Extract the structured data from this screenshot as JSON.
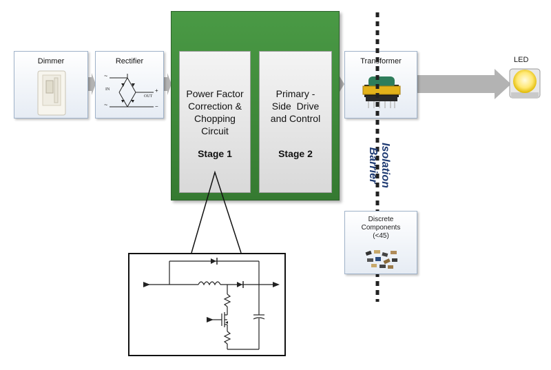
{
  "blocks": {
    "dimmer": "Dimmer",
    "rectifier": "Rectifier",
    "transformer": "Transformer",
    "led": "LED",
    "discrete_line1": "Discrete",
    "discrete_line2": "Components",
    "discrete_line3": "(<45)"
  },
  "rectifier_labels": {
    "in": "IN",
    "out": "OUT",
    "plus": "+",
    "minus": "−",
    "ac1": "~",
    "ac2": "~"
  },
  "stage1": {
    "line1": "Power Factor",
    "line2": "Correction &",
    "line3": "Chopping",
    "line4": "Circuit",
    "label": "Stage 1"
  },
  "stage2": {
    "line1": "Primary -",
    "line2": "Side  Drive",
    "line3": "and Control",
    "label": "Stage 2"
  },
  "isolation": {
    "line1": "Isolation",
    "line2": "Barrier"
  },
  "colors": {
    "green_panel": "#3e8a3a",
    "arrow_gray": "#b3b3b3",
    "barrier_text": "#1f3b73"
  }
}
